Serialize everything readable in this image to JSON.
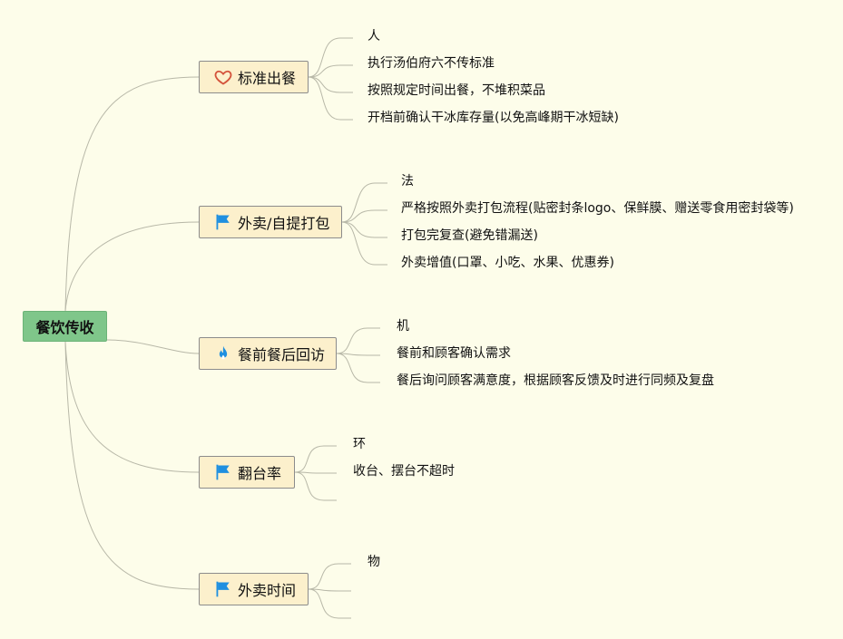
{
  "root": {
    "label": "餐饮传收"
  },
  "branches": [
    {
      "label": "标准出餐",
      "icon": "heart-icon",
      "leaves": [
        "人",
        "执行汤伯府六不传标准",
        "按照规定时间出餐，不堆积菜品",
        "开档前确认干冰库存量(以免高峰期干冰短缺)"
      ]
    },
    {
      "label": "外卖/自提打包",
      "icon": "flag-icon",
      "leaves": [
        "法",
        "严格按照外卖打包流程(贴密封条logo、保鲜膜、赠送零食用密封袋等)",
        "打包完复查(避免错漏送)",
        "外卖增值(口罩、小吃、水果、优惠券)"
      ]
    },
    {
      "label": "餐前餐后回访",
      "icon": "fire-icon",
      "leaves": [
        "机",
        "餐前和顾客确认需求",
        "餐后询问顾客满意度，根据顾客反馈及时进行同频及复盘"
      ]
    },
    {
      "label": "翻台率",
      "icon": "flag-icon",
      "leaves": [
        "环",
        "收台、摆台不超时",
        ""
      ]
    },
    {
      "label": "外卖时间",
      "icon": "flag-icon",
      "leaves": [
        "物",
        "",
        ""
      ]
    }
  ],
  "colors": {
    "root_bg": "#7fc68a",
    "branch_bg": "#fcf0cc",
    "line": "#b8b8a8",
    "heart": "#d4533b",
    "flag": "#1f8fe0",
    "fire": "#1f8fe0",
    "background": "#fdfdea"
  }
}
